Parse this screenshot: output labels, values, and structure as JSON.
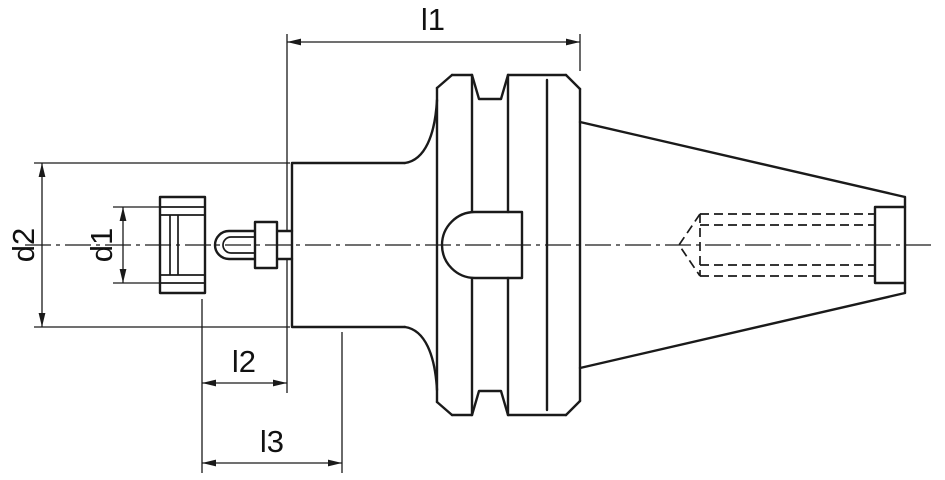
{
  "drawing": {
    "description": "Technical line drawing of a steep-taper shank tool holder (side view) with coolant tube and flange, annotated with dimension callouts",
    "view": "side-view-section-with-hidden-lines",
    "dimension_labels": {
      "l1": "l1",
      "l2": "l2",
      "l3": "l3",
      "d1": "d1",
      "d2": "d2"
    },
    "colors": {
      "line": "#1a1a1a",
      "background": "#ffffff"
    }
  }
}
